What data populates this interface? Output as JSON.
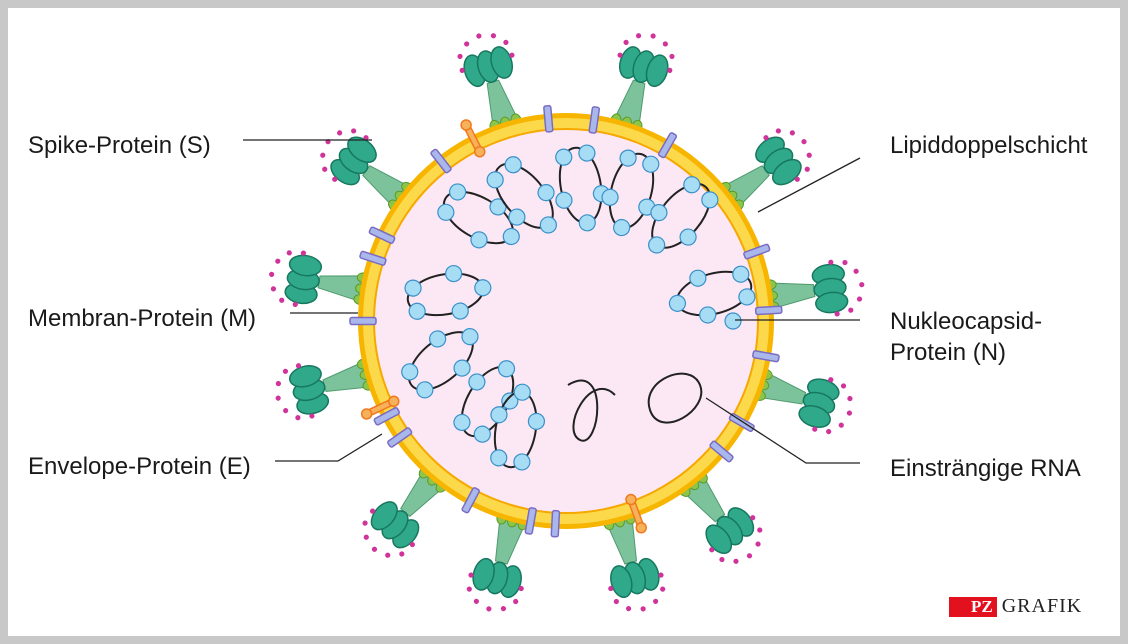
{
  "labels": {
    "spike": "Spike-Protein (S)",
    "membrane": "Membran-Protein (M)",
    "envelope": "Envelope-Protein (E)",
    "lipid": "Lipiddoppelschicht",
    "nucleocapsid": "Nukleocapsid-\nProtein (N)",
    "rna": "Einsträngige RNA"
  },
  "logo": {
    "brand": "PZ",
    "text": "GRAFIK"
  },
  "colors": {
    "membrane": "#f5c518",
    "interior": "#fbe8f4",
    "spike": "#2fa98a",
    "stalk": "#7cc29a",
    "bead": "#a7dcf5",
    "m_protein": "#a9b7ea",
    "e_protein": "#f0781e",
    "logo_red": "#e3101e"
  }
}
